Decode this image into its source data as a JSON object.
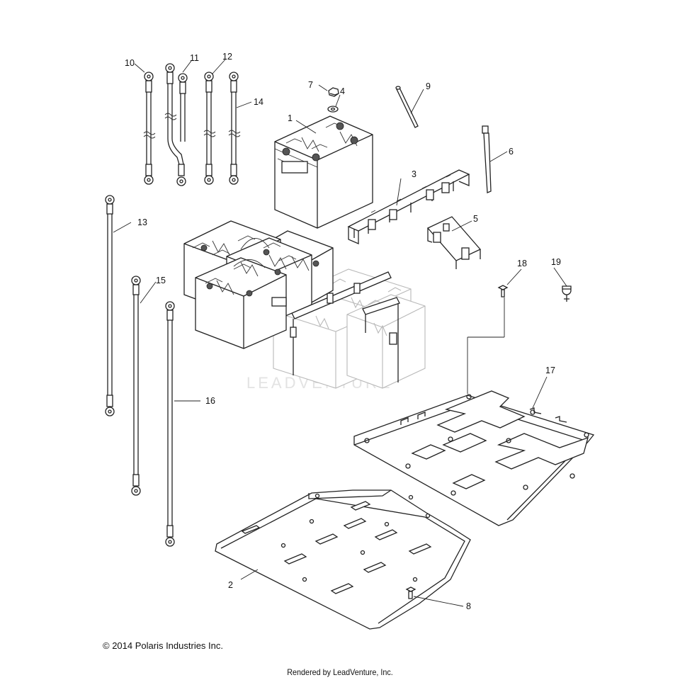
{
  "watermark": "LEADVENTURE",
  "copyright": "© 2014 Polaris Industries Inc.",
  "footer": "Rendered by LeadVenture, Inc.",
  "callouts": [
    {
      "id": "1",
      "label": "1"
    },
    {
      "id": "2",
      "label": "2"
    },
    {
      "id": "3",
      "label": "3"
    },
    {
      "id": "4",
      "label": "4"
    },
    {
      "id": "5",
      "label": "5"
    },
    {
      "id": "6",
      "label": "6"
    },
    {
      "id": "7",
      "label": "7"
    },
    {
      "id": "8",
      "label": "8"
    },
    {
      "id": "9",
      "label": "9"
    },
    {
      "id": "10",
      "label": "10"
    },
    {
      "id": "11",
      "label": "11"
    },
    {
      "id": "12",
      "label": "12"
    },
    {
      "id": "13",
      "label": "13"
    },
    {
      "id": "14",
      "label": "14"
    },
    {
      "id": "15",
      "label": "15"
    },
    {
      "id": "16",
      "label": "16"
    },
    {
      "id": "17",
      "label": "17"
    },
    {
      "id": "18",
      "label": "18"
    },
    {
      "id": "19",
      "label": "19"
    }
  ]
}
